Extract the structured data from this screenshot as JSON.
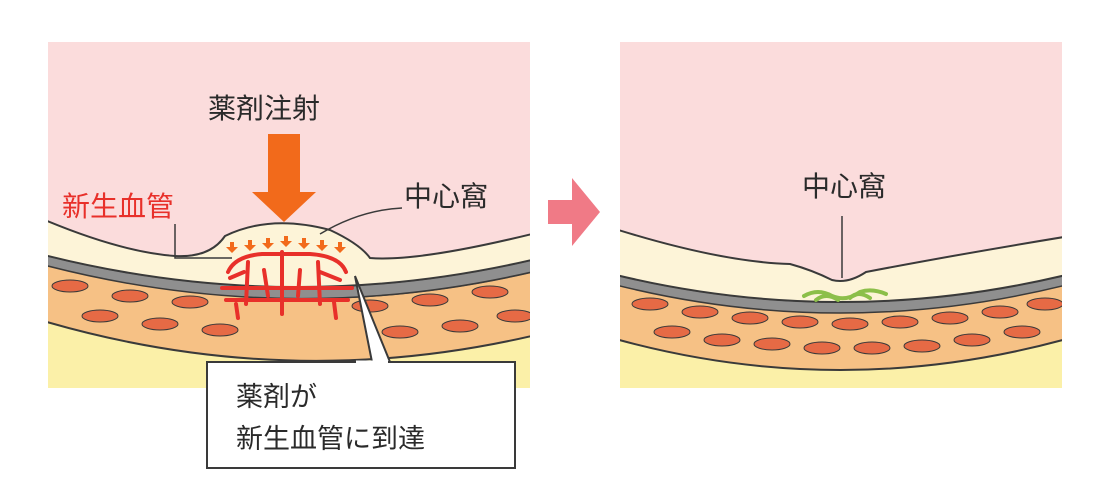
{
  "left_panel": {
    "injection_label": "薬剤注射",
    "fovea_label": "中心窩",
    "neovascular_label": "新生血管",
    "callout_line1": "薬剤が",
    "callout_line2": "新生血管に到達"
  },
  "right_panel": {
    "fovea_label": "中心窩"
  },
  "colors": {
    "vitreous": "#fbdcdc",
    "retina": "#fdf4d8",
    "membrane": "#8f8f8f",
    "choroid": "#f6c185",
    "choroid_vessel": "#e66a45",
    "sclera": "#fbf0a8",
    "injection_arrow": "#f26a1b",
    "neovascular": "#e8302a",
    "transition_arrow": "#f07a86",
    "scar": "#a8d26a"
  }
}
